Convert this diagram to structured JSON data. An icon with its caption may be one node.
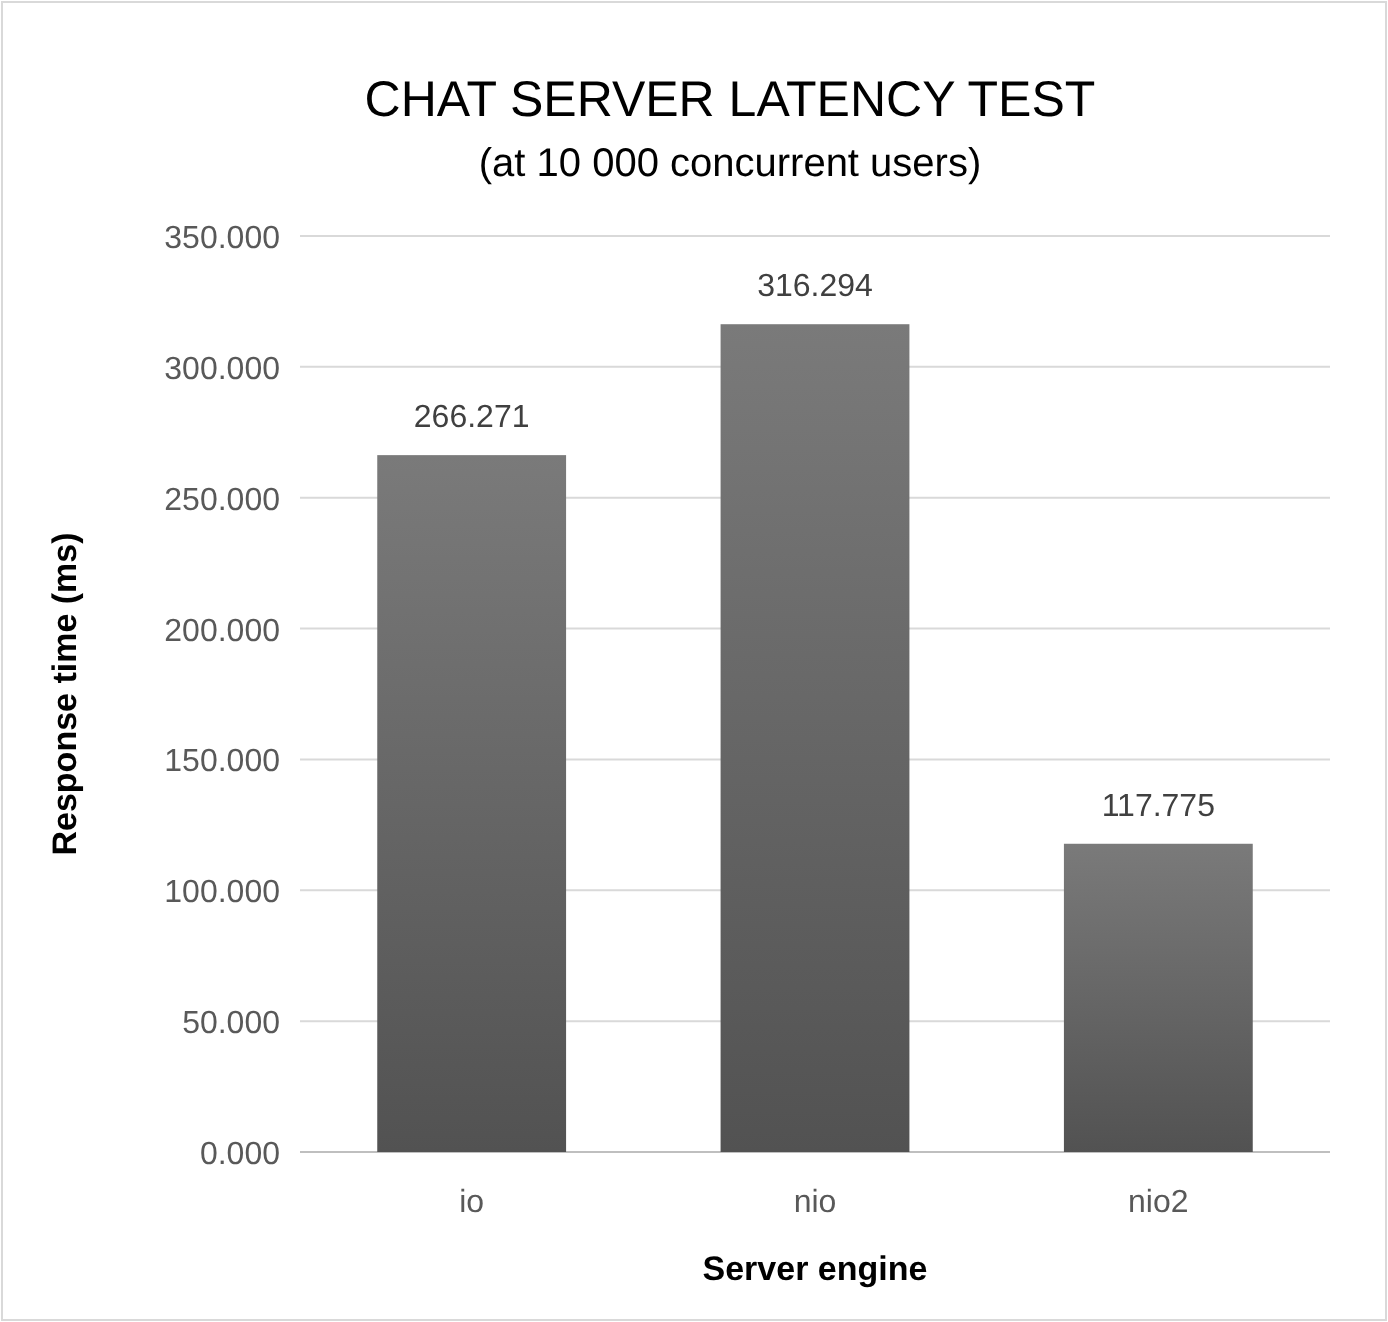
{
  "diagram": {
    "title": "CHAT SERVER LATENCY TEST",
    "labels": [
      "(at 10 000 concurrent users)"
    ],
    "chart_data": {
      "type": "bar",
      "xlabel": "Server engine",
      "ylabel": "Response time (ms)",
      "categories": [
        "io",
        "nio",
        "nio2"
      ],
      "values": [
        266.271,
        316.294,
        117.775
      ],
      "ylim": [
        0,
        350
      ],
      "yticks": [
        {
          "value": 0,
          "label": "0.000"
        },
        {
          "value": 50,
          "label": "50.000"
        },
        {
          "value": 100,
          "label": "100.000"
        },
        {
          "value": 150,
          "label": "150.000"
        },
        {
          "value": 200,
          "label": "200.000"
        },
        {
          "value": 250,
          "label": "250.000"
        },
        {
          "value": 300,
          "label": "300.000"
        },
        {
          "value": 350,
          "label": "350.000"
        }
      ],
      "data_labels": true,
      "grid": true
    }
  }
}
